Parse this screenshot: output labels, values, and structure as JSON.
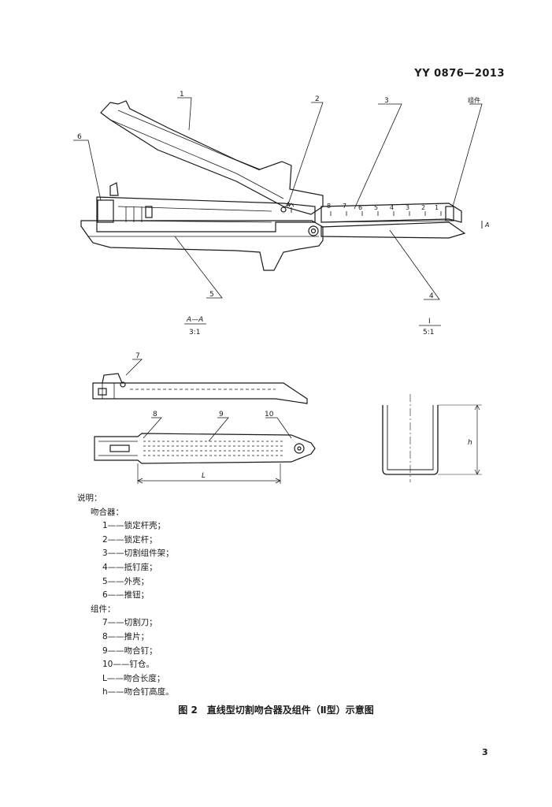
{
  "header": {
    "std_code": "YY 0876—2013"
  },
  "figure": {
    "callouts": {
      "c1": "1",
      "c2": "2",
      "c3": "3",
      "c4": "4",
      "c5": "5",
      "c6": "6",
      "c7": "7",
      "c8": "8",
      "c9": "9",
      "c10": "10",
      "assembly": "组件"
    },
    "section_marker": "A",
    "scale_digits": [
      "8",
      "7",
      "6",
      "5",
      "4",
      "3",
      "2",
      "1"
    ],
    "section_label": "A—A",
    "section_scale": "3:1",
    "detail_label": "I",
    "detail_scale": "5:1",
    "dim_L": "L",
    "dim_h": "h"
  },
  "legend": {
    "title": "说明：",
    "stapler_heading": "吻合器：",
    "stapler_items": [
      "1——锁定杆壳；",
      "2——锁定杆；",
      "3——切割组件架；",
      "4——抵钉座；",
      "5——外壳；",
      "6——推钮；"
    ],
    "assembly_heading": "组件：",
    "assembly_items": [
      "7——切割刀；",
      "8——推片；",
      "9——吻合钉；",
      "10——钉仓。",
      "L——吻合长度；",
      "h——吻合钉高度。"
    ]
  },
  "caption": "图 2　直线型切割吻合器及组件（Ⅱ型）示意图",
  "page_number": "3"
}
